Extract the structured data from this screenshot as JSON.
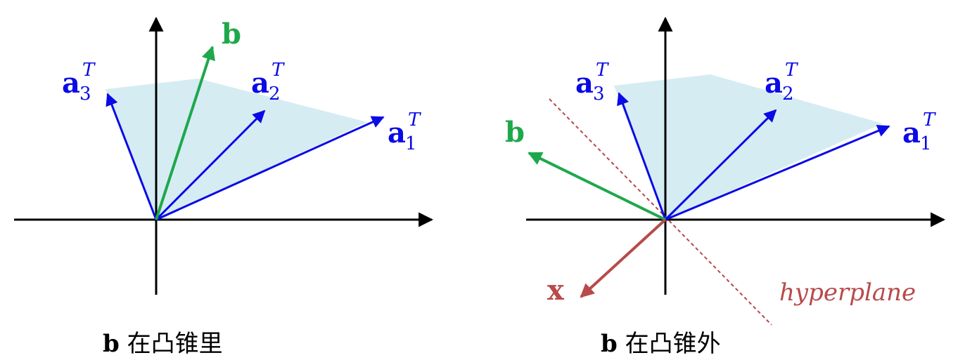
{
  "colors": {
    "a_vectors": "#0a0ae6",
    "b_vector": "#1ea84b",
    "x_vector": "#b84a4a",
    "cone_fill": "#d6ecf3",
    "axes": "#000000",
    "hyperplane": "#b84a4a"
  },
  "left_panel": {
    "labels": {
      "a3": "a",
      "a3_sub": "3",
      "a3_sup": "T",
      "a2": "a",
      "a2_sub": "2",
      "a2_sup": "T",
      "a1": "a",
      "a1_sub": "1",
      "a1_sup": "T",
      "b": "b"
    },
    "caption": {
      "vec": "b",
      "text": "在凸锥里"
    }
  },
  "right_panel": {
    "labels": {
      "a3": "a",
      "a3_sub": "3",
      "a3_sup": "T",
      "a2": "a",
      "a2_sub": "2",
      "a2_sup": "T",
      "a1": "a",
      "a1_sub": "1",
      "a1_sup": "T",
      "b": "b",
      "x": "x",
      "hyperplane": "hyperplane"
    },
    "caption": {
      "vec": "b",
      "text": "在凸锥外"
    }
  }
}
